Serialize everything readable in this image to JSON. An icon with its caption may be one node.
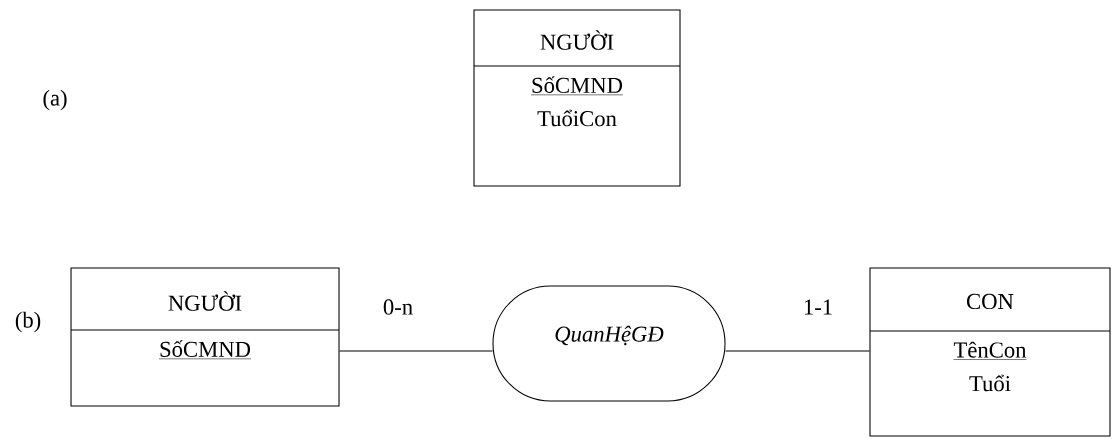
{
  "diagram": {
    "nodes": [
      {
        "text": [
          "NGƯỜI",
          "SốCMND",
          "TuổiCon"
        ]
      },
      {
        "text": [
          "NGƯỜI",
          "SốCMND"
        ]
      },
      {
        "text": [
          "QuanHệGĐ"
        ]
      },
      {
        "text": [
          "CON",
          "TênCon",
          "Tuổi"
        ]
      }
    ],
    "edges": [
      {
        "from": 1,
        "to": 2,
        "arrow": "none",
        "label": "0-n"
      },
      {
        "from": 2,
        "to": 3,
        "arrow": "none",
        "label": "1-1"
      }
    ],
    "labels": [
      "(a)",
      "(b)"
    ]
  }
}
